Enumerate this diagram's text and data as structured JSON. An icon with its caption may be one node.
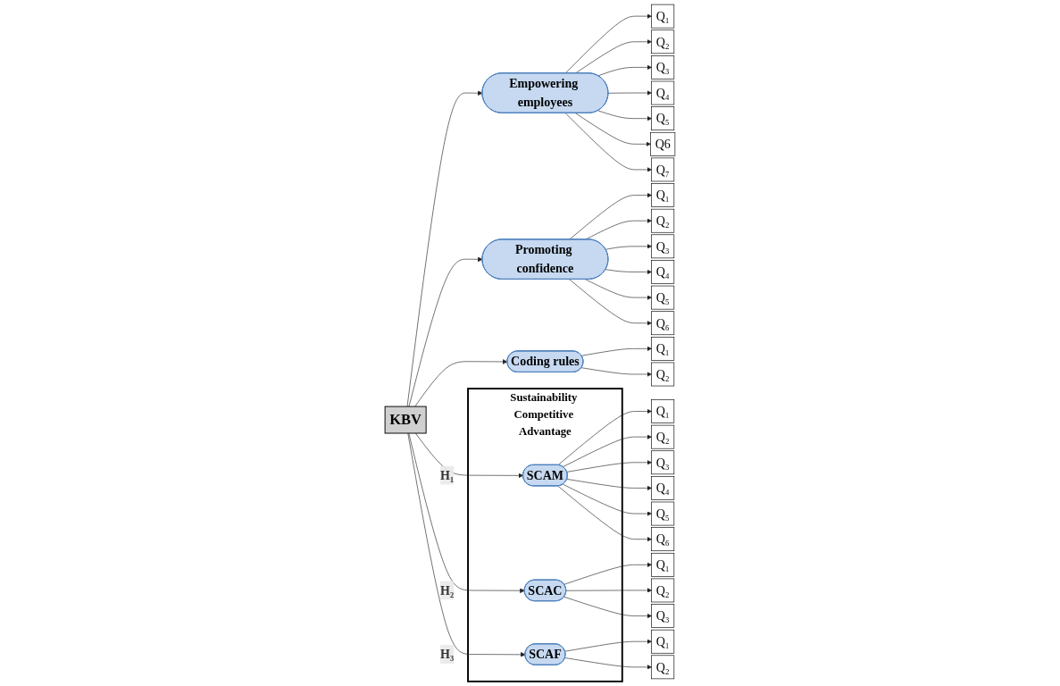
{
  "diagram": {
    "nodes": [
      {
        "text": [
          "Q₁"
        ]
      },
      {
        "text": [
          "Q₂"
        ]
      },
      {
        "text": [
          "Q₃"
        ]
      },
      {
        "text": [
          "Q₄"
        ]
      },
      {
        "text": [
          "Q₅"
        ]
      },
      {
        "text": [
          "Q6"
        ]
      },
      {
        "text": [
          "Q₇"
        ]
      },
      {
        "text": [
          "Empowering employees"
        ]
      },
      {
        "text": [
          "Promoting confidence"
        ]
      },
      {
        "text": [
          "Coding rules"
        ]
      },
      {
        "text": [
          "Q₁"
        ]
      },
      {
        "text": [
          "Q₂"
        ]
      },
      {
        "text": [
          "Q₃"
        ]
      },
      {
        "text": [
          "Q₄"
        ]
      },
      {
        "text": [
          "Q₅"
        ]
      },
      {
        "text": [
          "Q₆"
        ]
      },
      {
        "text": [
          "Q₁"
        ]
      },
      {
        "text": [
          "Q₂"
        ]
      },
      {
        "text": [
          "KBV"
        ]
      },
      {
        "text": [
          "Sustainability Competitive Advantage"
        ]
      },
      {
        "text": [
          "SCAM"
        ],
        "in": 19
      },
      {
        "text": [
          "SCAC"
        ],
        "in": 19
      },
      {
        "text": [
          "SCAF"
        ],
        "in": 19
      },
      {
        "text": [
          "Q₁"
        ]
      },
      {
        "text": [
          "Q₂"
        ]
      },
      {
        "text": [
          "Q₃"
        ]
      },
      {
        "text": [
          "Q₄"
        ]
      },
      {
        "text": [
          "Q₅"
        ]
      },
      {
        "text": [
          "Q₆"
        ]
      },
      {
        "text": [
          "Q₁"
        ]
      },
      {
        "text": [
          "Q₂"
        ]
      },
      {
        "text": [
          "Q₃"
        ]
      },
      {
        "text": [
          "Q₁"
        ]
      },
      {
        "text": [
          "Q₂"
        ]
      }
    ],
    "edges": [
      {
        "from": 7,
        "to": 0,
        "arrow": "to"
      },
      {
        "from": 7,
        "to": 1,
        "arrow": "to"
      },
      {
        "from": 7,
        "to": 2,
        "arrow": "to"
      },
      {
        "from": 7,
        "to": 3,
        "arrow": "to"
      },
      {
        "from": 7,
        "to": 4,
        "arrow": "to"
      },
      {
        "from": 7,
        "to": 5,
        "arrow": "to"
      },
      {
        "from": 7,
        "to": 6,
        "arrow": "to"
      },
      {
        "from": 8,
        "to": 10,
        "arrow": "to"
      },
      {
        "from": 8,
        "to": 11,
        "arrow": "to"
      },
      {
        "from": 8,
        "to": 12,
        "arrow": "to"
      },
      {
        "from": 8,
        "to": 13,
        "arrow": "to"
      },
      {
        "from": 8,
        "to": 14,
        "arrow": "to"
      },
      {
        "from": 8,
        "to": 15,
        "arrow": "to"
      },
      {
        "from": 9,
        "to": 16,
        "arrow": "to"
      },
      {
        "from": 9,
        "to": 17,
        "arrow": "to"
      },
      {
        "from": 18,
        "to": 7,
        "arrow": "to"
      },
      {
        "from": 18,
        "to": 8,
        "arrow": "to"
      },
      {
        "from": 18,
        "to": 9,
        "arrow": "to"
      },
      {
        "from": 18,
        "to": 20,
        "arrow": "to",
        "label": "H₁"
      },
      {
        "from": 18,
        "to": 21,
        "arrow": "to",
        "label": "H₂"
      },
      {
        "from": 18,
        "to": 22,
        "arrow": "to",
        "label": "H₃"
      },
      {
        "from": 20,
        "to": 23,
        "arrow": "to"
      },
      {
        "from": 20,
        "to": 24,
        "arrow": "to"
      },
      {
        "from": 20,
        "to": 25,
        "arrow": "to"
      },
      {
        "from": 20,
        "to": 26,
        "arrow": "to"
      },
      {
        "from": 20,
        "to": 27,
        "arrow": "to"
      },
      {
        "from": 20,
        "to": 28,
        "arrow": "to"
      },
      {
        "from": 21,
        "to": 29,
        "arrow": "to"
      },
      {
        "from": 21,
        "to": 30,
        "arrow": "to"
      },
      {
        "from": 21,
        "to": 31,
        "arrow": "to"
      },
      {
        "from": 22,
        "to": 32,
        "arrow": "to"
      },
      {
        "from": 22,
        "to": 33,
        "arrow": "to"
      }
    ]
  }
}
